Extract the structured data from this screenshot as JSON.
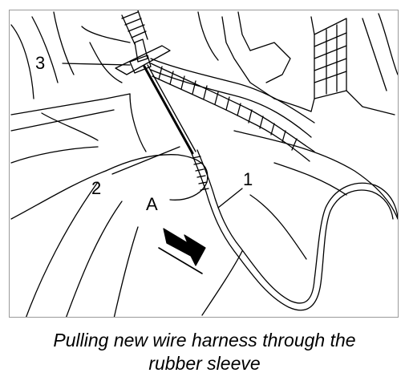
{
  "diagram": {
    "callouts": {
      "label_1": "1",
      "label_2": "2",
      "label_3": "3",
      "label_a": "A"
    },
    "caption": {
      "line_1": "Pulling new wire harness through the",
      "line_2": "rubber sleeve"
    },
    "colors": {
      "line": "#000000",
      "frame": "#9a9a9a",
      "background": "#ffffff"
    }
  }
}
